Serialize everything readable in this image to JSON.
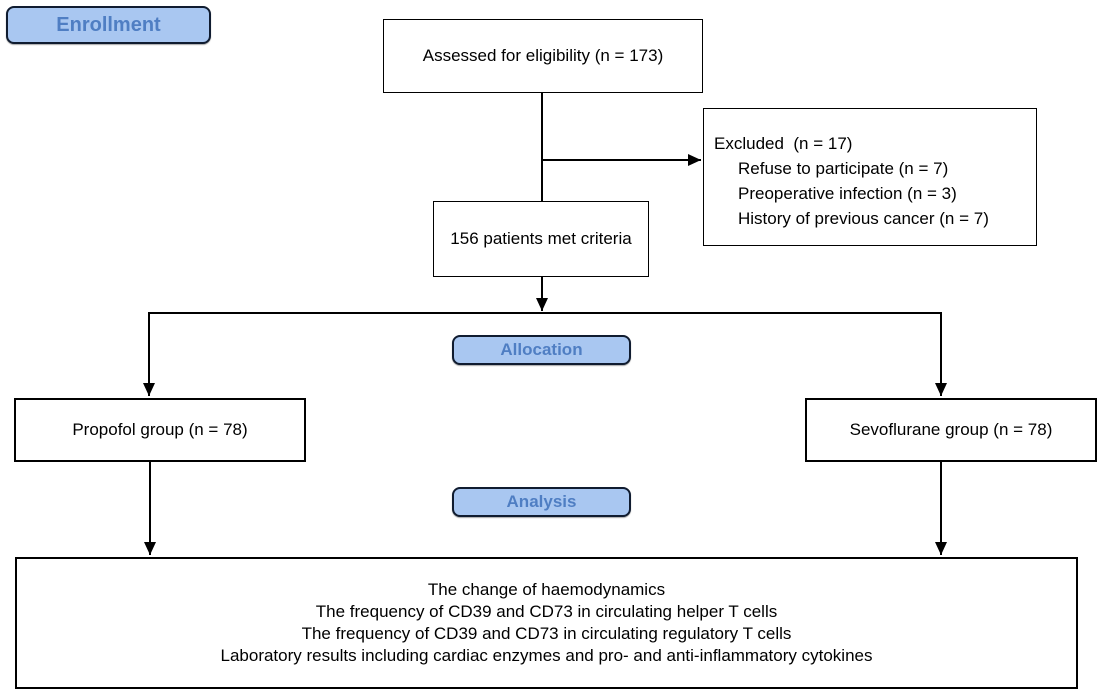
{
  "palette": {
    "page_bg": "#ffffff",
    "badge_fill": "#a9c7f1",
    "badge_border": "#101c30",
    "badge_text": "#4f7ec3",
    "box_border": "#000000",
    "box_text": "#000000",
    "line_color": "#000000"
  },
  "badges": {
    "enrollment": "Enrollment",
    "allocation": "Allocation",
    "analysis": "Analysis"
  },
  "boxes": {
    "assessed": {
      "text": "Assessed for eligibility (n = 173)"
    },
    "excluded": {
      "title": "Excluded  (n = 17)",
      "items": [
        "Refuse to participate (n = 7)",
        "Preoperative infection (n = 3)",
        "History of previous cancer (n = 7)"
      ]
    },
    "criteria": {
      "text": "156 patients met criteria"
    },
    "propofol": {
      "text": "Propofol group (n = 78)"
    },
    "sevoflurane": {
      "text": "Sevoflurane group (n = 78)"
    },
    "outcomes": {
      "lines": [
        "The change of haemodynamics",
        "The frequency of CD39 and CD73 in circulating helper T cells",
        "The frequency of CD39 and CD73 in circulating regulatory T cells",
        "Laboratory results including cardiac enzymes and pro- and anti-inflammatory cytokines"
      ]
    }
  }
}
